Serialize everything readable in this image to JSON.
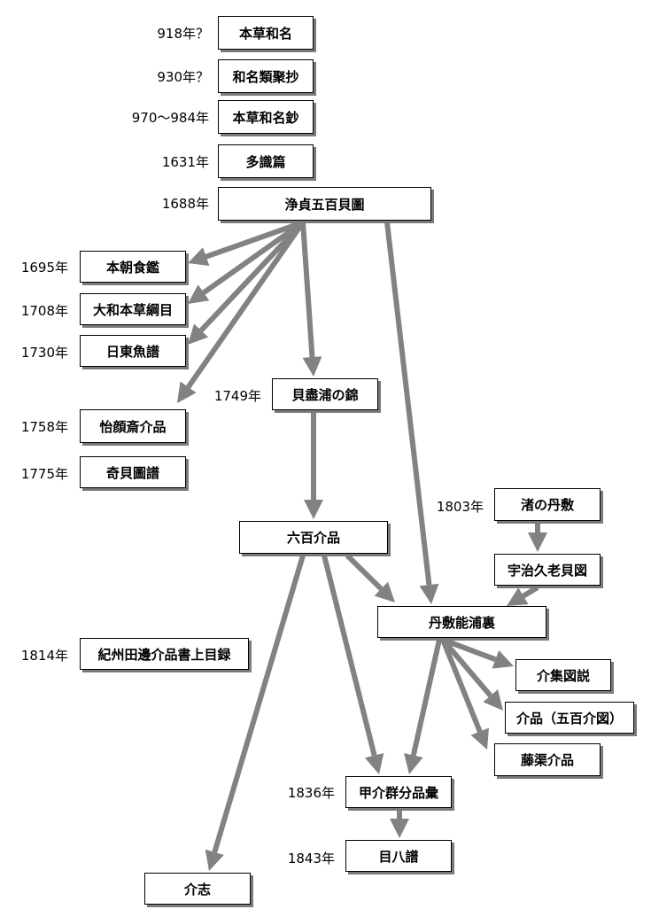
{
  "nodes": {
    "n918": {
      "year": "918年？",
      "title": "本草和名"
    },
    "n930": {
      "year": "930年？",
      "title": "和名類聚抄"
    },
    "n970": {
      "year": "970～984年",
      "title": "本草和名鈔"
    },
    "n1631": {
      "year": "1631年",
      "title": "多識篇"
    },
    "n1688": {
      "year": "1688年",
      "title": "浄貞五百貝圖"
    },
    "n1695": {
      "year": "1695年",
      "title": "本朝食鑑"
    },
    "n1708": {
      "year": "1708年",
      "title": "大和本草綱目"
    },
    "n1730": {
      "year": "1730年",
      "title": "日東魚譜"
    },
    "n1749": {
      "year": "1749年",
      "title": "貝盡浦の錦"
    },
    "n1758": {
      "year": "1758年",
      "title": "怡顔斎介品"
    },
    "n1775": {
      "year": "1775年",
      "title": "奇貝圖譜"
    },
    "n1803": {
      "year": "1803年",
      "title": "渚の丹敷"
    },
    "roppyaku": {
      "title": "六百介品"
    },
    "uji": {
      "title": "宇治久老貝図"
    },
    "nishiki": {
      "title": "丹敷能浦裏"
    },
    "n1814": {
      "year": "1814年",
      "title": "紀州田邊介品書上目録"
    },
    "kaishu": {
      "title": "介集図説"
    },
    "kaihin": {
      "title": "介品（五百介図）"
    },
    "tokyo": {
      "title": "藤渠介品"
    },
    "n1836": {
      "year": "1836年",
      "title": "甲介群分品彙"
    },
    "n1843": {
      "year": "1843年",
      "title": "目八譜"
    },
    "kaishi": {
      "title": "介志"
    }
  }
}
